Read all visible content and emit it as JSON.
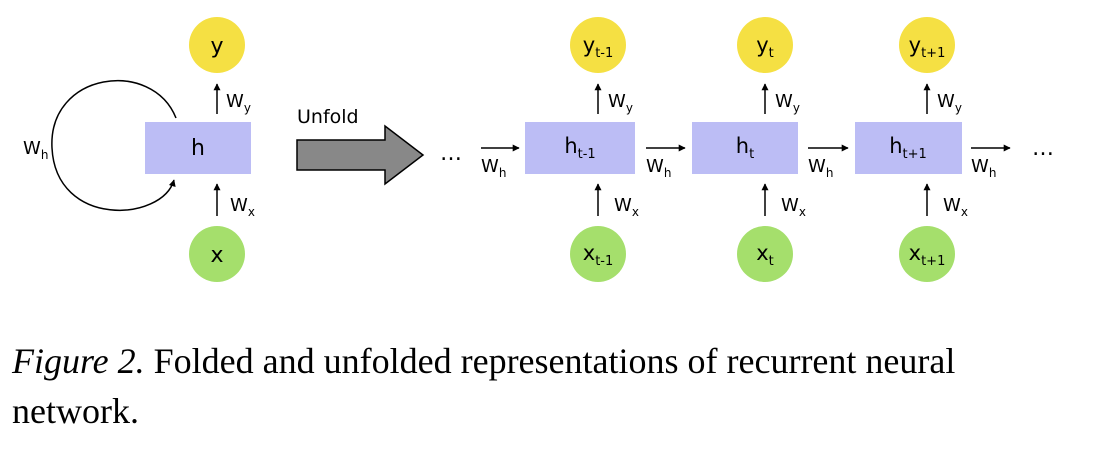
{
  "folded": {
    "output": {
      "label": "y"
    },
    "hidden": {
      "label": "h"
    },
    "input": {
      "label": "x"
    },
    "weights": {
      "output": {
        "base": "W",
        "sub": "y"
      },
      "input": {
        "base": "W",
        "sub": "x"
      },
      "recurrent": {
        "base": "W",
        "sub": "h"
      }
    }
  },
  "unfold": {
    "label": "Unfold"
  },
  "unfolded": {
    "ellipsis": "…",
    "steps": [
      {
        "h": {
          "base": "h",
          "sub": "t-1"
        },
        "y": {
          "base": "y",
          "sub": "t-1"
        },
        "x": {
          "base": "x",
          "sub": "t-1"
        },
        "wy": {
          "base": "W",
          "sub": "y"
        },
        "wx": {
          "base": "W",
          "sub": "x"
        }
      },
      {
        "h": {
          "base": "h",
          "sub": "t"
        },
        "y": {
          "base": "y",
          "sub": "t"
        },
        "x": {
          "base": "x",
          "sub": "t"
        },
        "wy": {
          "base": "W",
          "sub": "y"
        },
        "wx": {
          "base": "W",
          "sub": "x"
        }
      },
      {
        "h": {
          "base": "h",
          "sub": "t+1"
        },
        "y": {
          "base": "y",
          "sub": "t+1"
        },
        "x": {
          "base": "x",
          "sub": "t+1"
        },
        "wy": {
          "base": "W",
          "sub": "y"
        },
        "wx": {
          "base": "W",
          "sub": "x"
        }
      }
    ],
    "transitions": [
      {
        "base": "W",
        "sub": "h"
      },
      {
        "base": "W",
        "sub": "h"
      },
      {
        "base": "W",
        "sub": "h"
      },
      {
        "base": "W",
        "sub": "h"
      }
    ]
  },
  "caption": {
    "label": "Figure 2.",
    "text": " Folded and unfolded representations of recurrent neural network."
  },
  "colors": {
    "output_node": "#f5e043",
    "input_node": "#a5df6c",
    "hidden_node": "#bcbdf5",
    "unfold_arrow": "#888888",
    "stroke": "#000000"
  }
}
